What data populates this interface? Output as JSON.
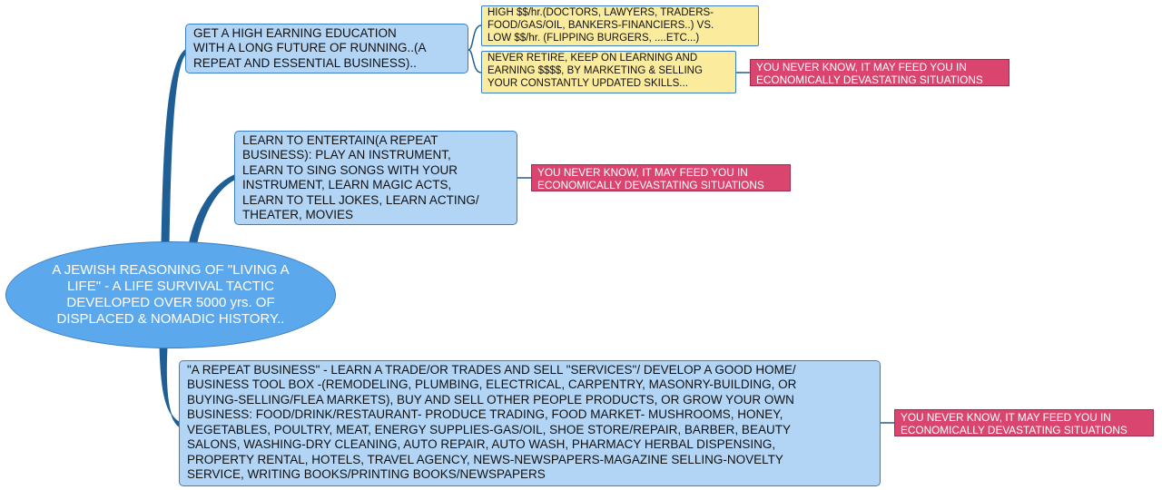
{
  "diagram": {
    "root": {
      "text": "A JEWISH REASONING OF \"LIVING A\nLIFE\" - A LIFE SURVIVAL TACTIC\nDEVELOPED OVER  5000 yrs. OF\nDISPLACED & NOMADIC HISTORY.."
    },
    "branch_education": {
      "text": "GET A HIGH EARNING  EDUCATION\nWITH A LONG FUTURE OF RUNNING..(A\nREPEAT AND ESSENTIAL BUSINESS).."
    },
    "education_high_low": {
      "text": "HIGH $$/hr.(DOCTORS, LAWYERS, TRADERS-\nFOOD/GAS/OIL, BANKERS-FINANCIERS..)  VS.\nLOW $$/hr. (FLIPPING BURGERS, ....ETC...)"
    },
    "education_never_retire": {
      "text": "NEVER RETIRE, KEEP ON LEARNING AND\nEARNING $$$$, BY MARKETING & SELLING\nYOUR CONSTANTLY UPDATED SKILLS..."
    },
    "note_1": {
      "text": "YOU NEVER KNOW, IT MAY FEED YOU IN\nECONOMICALLY DEVASTATING SITUATIONS"
    },
    "branch_entertain": {
      "text": "LEARN TO ENTERTAIN(A REPEAT\nBUSINESS): PLAY AN INSTRUMENT,\nLEARN TO SING SONGS WITH YOUR\nINSTRUMENT, LEARN MAGIC ACTS,\nLEARN TO TELL JOKES, LEARN ACTING/\nTHEATER, MOVIES"
    },
    "note_2": {
      "text": "YOU NEVER KNOW, IT MAY FEED YOU IN\nECONOMICALLY DEVASTATING SITUATIONS"
    },
    "branch_business": {
      "text": "\"A REPEAT BUSINESS\" - LEARN A TRADE/OR TRADES AND SELL \"SERVICES\"/ DEVELOP A GOOD HOME/\nBUSINESS TOOL BOX -(REMODELING, PLUMBING, ELECTRICAL, CARPENTRY, MASONRY-BUILDING, OR\nBUYING-SELLING/FLEA MARKETS), BUY AND SELL OTHER PEOPLE PRODUCTS, OR GROW YOUR OWN\nBUSINESS: FOOD/DRINK/RESTAURANT- PRODUCE TRADING, FOOD MARKET- MUSHROOMS, HONEY,\nVEGETABLES, POULTRY, MEAT, ENERGY SUPPLIES-GAS/OIL, SHOE STORE/REPAIR, BARBER, BEAUTY\nSALONS, WASHING-DRY CLEANING, AUTO REPAIR, AUTO WASH, PHARMACY HERBAL DISPENSING,\nPROPERTY RENTAL, HOTELS, TRAVEL AGENCY, NEWS-NEWSPAPERS-MAGAZINE SELLING-NOVELTY\nSERVICE, WRITING BOOKS/PRINTING BOOKS/NEWSPAPERS"
    },
    "note_3": {
      "text": "YOU NEVER KNOW, IT MAY FEED YOU IN\nECONOMICALLY DEVASTATING SITUATIONS"
    },
    "colors": {
      "branch_line": "#1f5f96",
      "root_fill": "#5ba9ec",
      "branch_fill": "#b3d5f5",
      "leaf_fill": "#fbeb9d",
      "note_fill": "#d9456e"
    }
  }
}
